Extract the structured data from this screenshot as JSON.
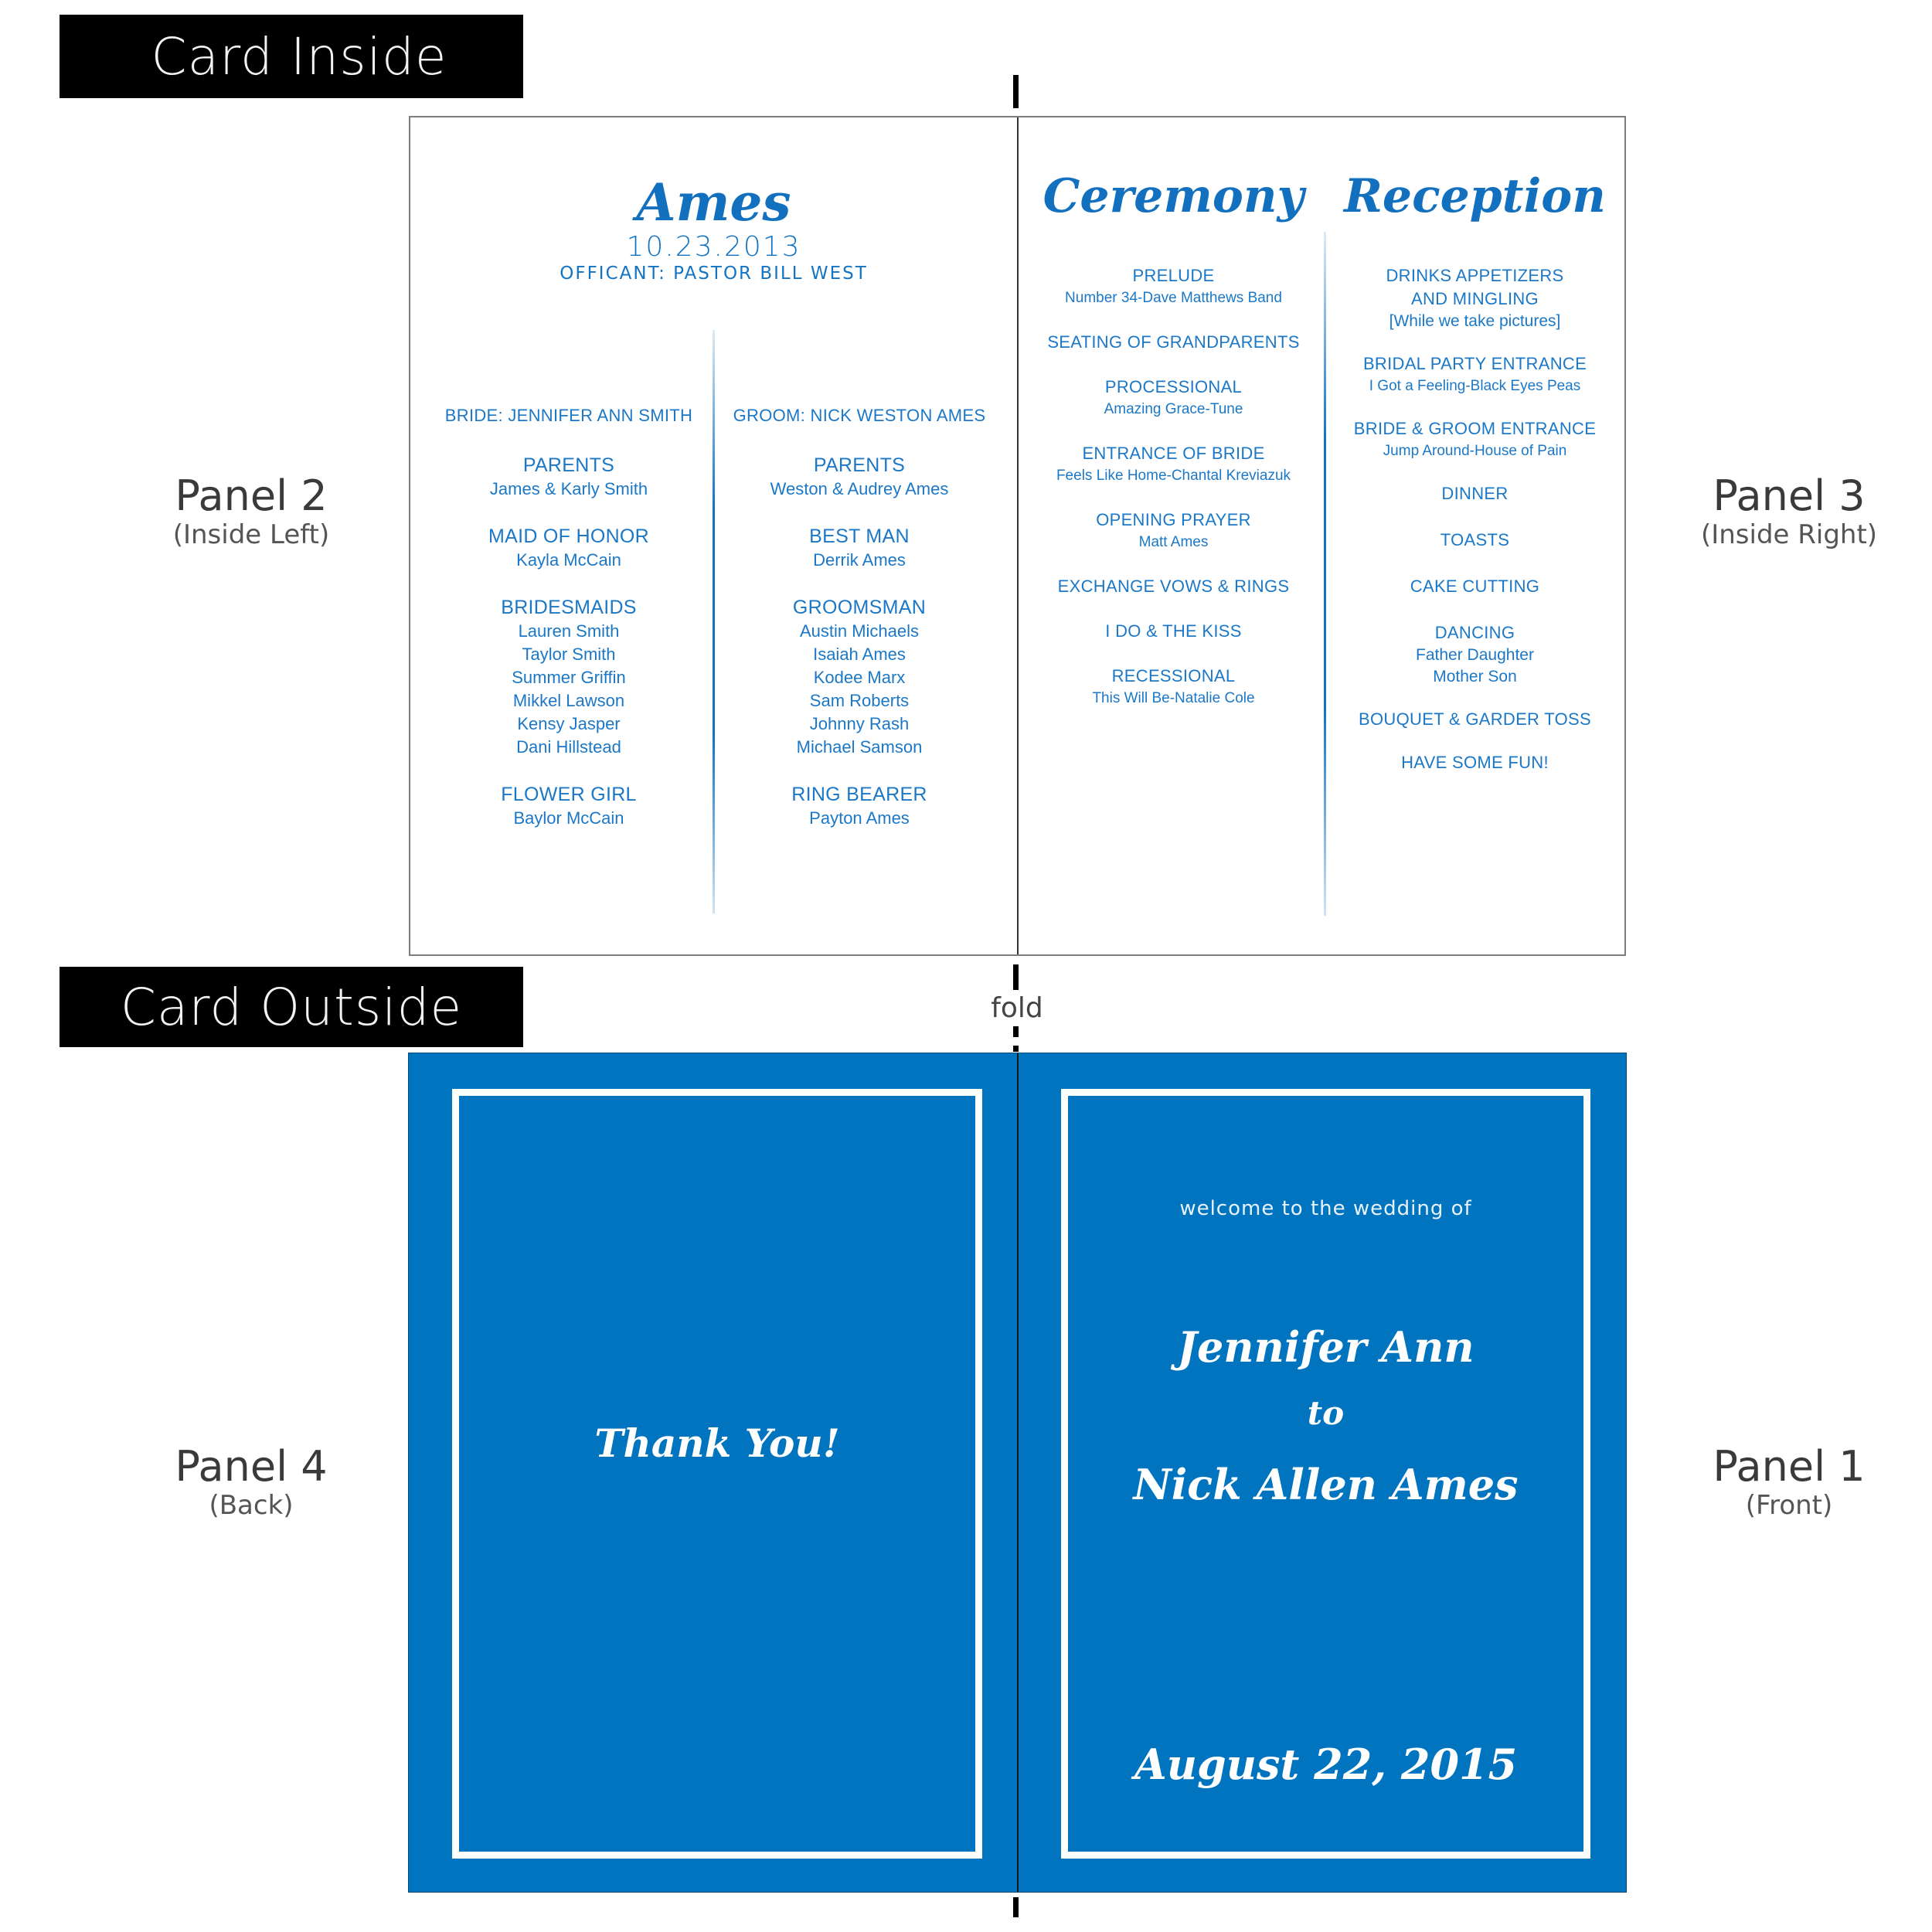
{
  "sections": {
    "inside_label": "Card Inside",
    "outside_label": "Card Outside",
    "fold_label": "fold"
  },
  "panel_labels": {
    "panel2": {
      "title": "Panel 2",
      "sub": "(Inside Left)"
    },
    "panel3": {
      "title": "Panel 3",
      "sub": "(Inside Right)"
    },
    "panel4": {
      "title": "Panel 4",
      "sub": "(Back)"
    },
    "panel1": {
      "title": "Panel 1",
      "sub": "(Front)"
    }
  },
  "colors": {
    "brand_blue": "#0074bf",
    "text_blue": "#1474c4",
    "label_bg": "#000000"
  },
  "inside_left": {
    "title": "Ames",
    "date": "10.23.2013",
    "officiant": "OFFICANT: PASTOR BILL WEST",
    "bride_side": {
      "heading": "BRIDE: JENNIFER ANN SMITH",
      "groups": [
        {
          "title": "PARENTS",
          "names": [
            "James & Karly Smith"
          ]
        },
        {
          "title": "MAID OF HONOR",
          "names": [
            "Kayla McCain"
          ]
        },
        {
          "title": "BRIDESMAIDS",
          "names": [
            "Lauren Smith",
            "Taylor Smith",
            "Summer Griffin",
            "Mikkel Lawson",
            "Kensy Jasper",
            "Dani Hillstead"
          ]
        },
        {
          "title": "FLOWER GIRL",
          "names": [
            "Baylor McCain"
          ]
        }
      ]
    },
    "groom_side": {
      "heading": "GROOM: NICK WESTON AMES",
      "groups": [
        {
          "title": "PARENTS",
          "names": [
            "Weston & Audrey Ames"
          ]
        },
        {
          "title": "BEST MAN",
          "names": [
            "Derrik Ames"
          ]
        },
        {
          "title": "GROOMSMAN",
          "names": [
            "Austin Michaels",
            "Isaiah Ames",
            "Kodee Marx",
            "Sam Roberts",
            "Johnny Rash",
            "Michael Samson"
          ]
        },
        {
          "title": "RING BEARER",
          "names": [
            "Payton Ames"
          ]
        }
      ]
    }
  },
  "inside_right": {
    "ceremony": {
      "title": "Ceremony",
      "items": [
        {
          "title": "PRELUDE",
          "sub": [
            "Number 34-Dave Matthews Band"
          ]
        },
        {
          "title": "SEATING OF GRANDPARENTS",
          "sub": []
        },
        {
          "title": "PROCESSIONAL",
          "sub": [
            "Amazing Grace-Tune"
          ]
        },
        {
          "title": "ENTRANCE OF BRIDE",
          "sub": [
            "Feels Like Home-Chantal Kreviazuk"
          ]
        },
        {
          "title": "OPENING PRAYER",
          "sub": [
            "Matt Ames"
          ]
        },
        {
          "title": "EXCHANGE VOWS & RINGS",
          "sub": []
        },
        {
          "title": "I DO & THE KISS",
          "sub": []
        },
        {
          "title": "RECESSIONAL",
          "sub": [
            "This Will Be-Natalie Cole"
          ]
        }
      ]
    },
    "reception": {
      "title": "Reception",
      "items": [
        {
          "title": "DRINKS APPETIZERS",
          "title2": "AND MINGLING",
          "sub": [
            "[While we take pictures]"
          ]
        },
        {
          "title": "BRIDAL PARTY ENTRANCE",
          "sub": [
            "I Got a Feeling-Black Eyes Peas"
          ]
        },
        {
          "title": "BRIDE & GROOM ENTRANCE",
          "sub": [
            "Jump Around-House of Pain"
          ]
        },
        {
          "title": "DINNER",
          "sub": []
        },
        {
          "title": "TOASTS",
          "sub": []
        },
        {
          "title": "CAKE CUTTING",
          "sub": []
        },
        {
          "title": "DANCING",
          "sub": [
            "Father Daughter",
            "Mother Son"
          ]
        },
        {
          "title": "BOUQUET & GARDER TOSS",
          "sub": []
        },
        {
          "title": "HAVE SOME FUN!",
          "sub": []
        }
      ]
    }
  },
  "outside_back": {
    "message": "Thank You!"
  },
  "outside_front": {
    "welcome": "welcome to the wedding of",
    "name1": "Jennifer Ann",
    "connector": "to",
    "name2": "Nick Allen Ames",
    "date": "August 22, 2015"
  }
}
